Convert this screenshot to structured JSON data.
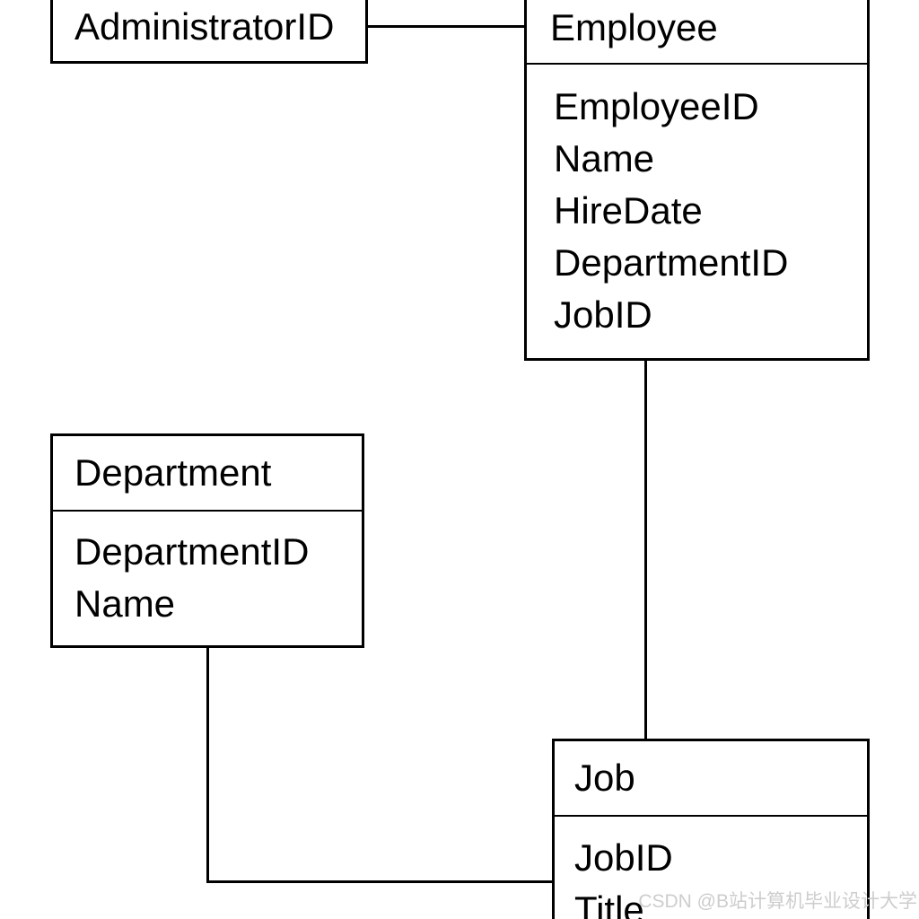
{
  "diagram": {
    "type": "entity-relationship",
    "entities": [
      {
        "id": "administrator",
        "title": "AdministratorID",
        "fields": []
      },
      {
        "id": "employee",
        "title": "Employee",
        "fields": [
          "EmployeeID",
          "Name",
          "HireDate",
          "DepartmentID",
          "JobID"
        ]
      },
      {
        "id": "department",
        "title": "Department",
        "fields": [
          "DepartmentID",
          "Name"
        ]
      },
      {
        "id": "job",
        "title": "Job",
        "fields": [
          "JobID",
          "Title"
        ]
      }
    ],
    "relationships": [
      {
        "from": "AdministratorID",
        "to": "Employee",
        "shape": "straight-horizontal"
      },
      {
        "from": "Employee",
        "to": "Job",
        "shape": "straight-vertical"
      },
      {
        "from": "Department",
        "to": "Job",
        "shape": "elbow-down-right"
      }
    ]
  },
  "colors": {
    "background": "#ffffff",
    "line": "#000000",
    "text": "#000000",
    "watermark": "#cdcdcd"
  },
  "watermark": {
    "text": "CSDN @B站计算机毕业设计大学"
  }
}
